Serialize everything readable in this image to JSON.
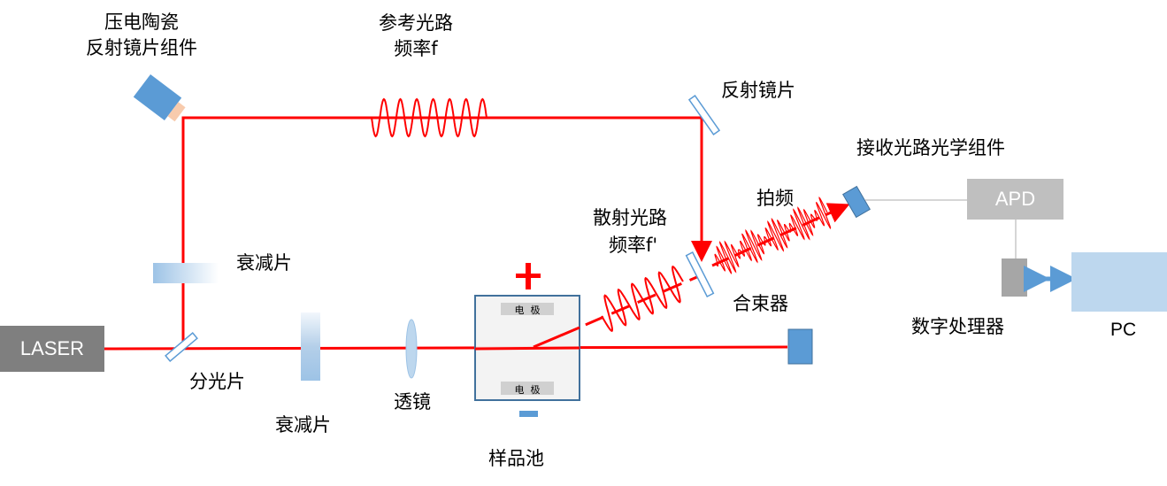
{
  "labels": {
    "laser": "LASER",
    "piezo_line1": "压电陶瓷",
    "piezo_line2": "反射镜片组件",
    "ref_line1": "参考光路",
    "ref_line2": "频率f",
    "mirror": "反射镜片",
    "receiver": "接收光路光学组件",
    "beat": "拍频",
    "scatter_line1": "散射光路",
    "scatter_line2": "频率f'",
    "attenuator_top": "衰减片",
    "attenuator_bottom": "衰减片",
    "combiner": "合束器",
    "splitter": "分光片",
    "lens": "透镜",
    "sample_cell": "样品池",
    "electrode_top": "电  极",
    "electrode_bottom": "电  极",
    "apd": "APD",
    "dsp": "数字处理器",
    "pc": "PC"
  },
  "colors": {
    "beam": "#ff0000",
    "component_blue": "#5b9bd5",
    "apd_gray": "#bfbfbf",
    "pc_fill": "#bdd7ee",
    "laser_gray": "#7f7f7f"
  }
}
